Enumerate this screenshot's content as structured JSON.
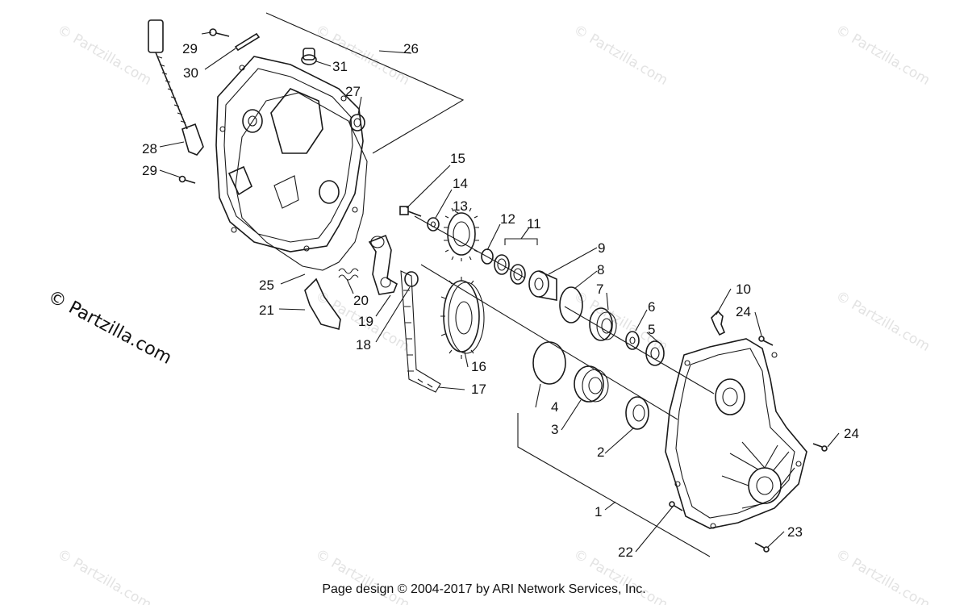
{
  "diagram": {
    "callouts": [
      "1",
      "2",
      "3",
      "4",
      "5",
      "6",
      "7",
      "8",
      "9",
      "10",
      "11",
      "12",
      "13",
      "14",
      "15",
      "16",
      "17",
      "18",
      "19",
      "20",
      "21",
      "22",
      "23",
      "24",
      "24",
      "25",
      "26",
      "27",
      "28",
      "29",
      "29",
      "30",
      "31"
    ]
  },
  "watermark": {
    "brand": "© Partzilla.com",
    "tile": "© Partzilla.com"
  },
  "footer": {
    "text": "Page design © 2004-2017 by ARI Network Services, Inc."
  }
}
